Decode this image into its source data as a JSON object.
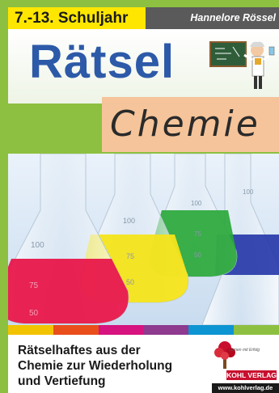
{
  "cover": {
    "grade": "7.-13. Schuljahr",
    "author": "Hannelore Rössel",
    "title": "Rätsel",
    "subtitle": "Chemie",
    "tagline": [
      "Rätselhaftes aus der",
      "Chemie zur Wiederholung",
      "und Vertiefung"
    ],
    "flask_scale_labels": [
      "100",
      "75",
      "50"
    ],
    "colors": {
      "background_green": "#8dc040",
      "grade_yellow": "#ffe600",
      "author_gray": "#5a5a5a",
      "title_blue": "#2d5aa8",
      "subtitle_peach": "#f5c49a"
    },
    "color_stripes": [
      "#f2c300",
      "#e94e1b",
      "#d6137e",
      "#8e3a8f",
      "#0d94d2",
      "#8dc040"
    ]
  },
  "publisher": {
    "slogan": "Lernen mit Erfolg",
    "name": "KOHL VERLAG",
    "url": "www.kohlverlag.de"
  }
}
